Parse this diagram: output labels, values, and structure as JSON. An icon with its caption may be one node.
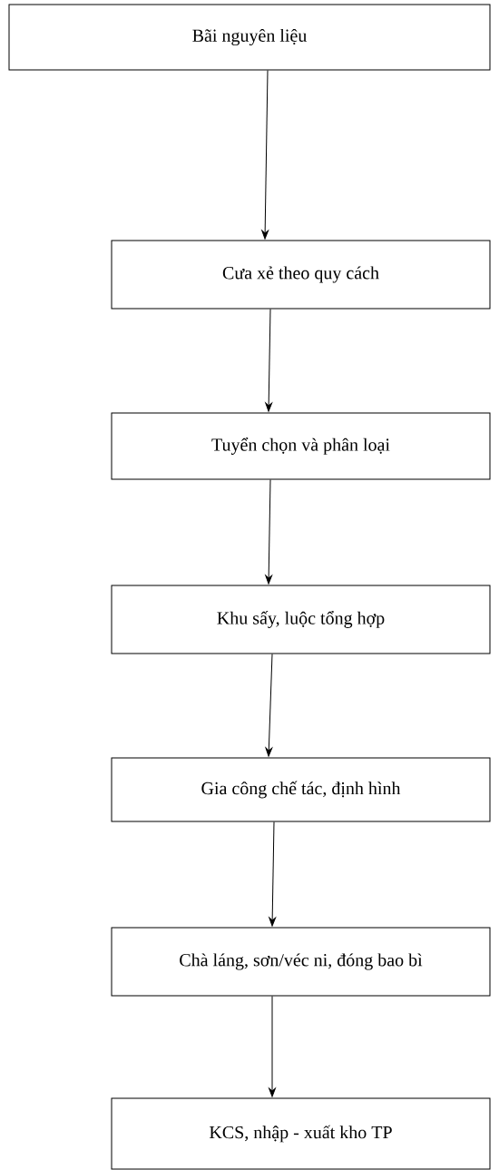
{
  "diagram": {
    "nodes": [
      {
        "text": [
          "Bãi nguyên liệu"
        ]
      },
      {
        "text": [
          "Cưa xẻ theo quy cách"
        ]
      },
      {
        "text": [
          "Tuyển chọn và phân loại"
        ]
      },
      {
        "text": [
          "Khu sấy, luộc tổng hợp"
        ]
      },
      {
        "text": [
          "Gia công chế tác, định hình"
        ]
      },
      {
        "text": [
          "Chà láng, sơn/véc ni, đóng bao bì"
        ]
      },
      {
        "text": [
          "KCS, nhập - xuất kho TP"
        ]
      }
    ],
    "edges": [
      {
        "from": 0,
        "to": 1,
        "arrow": "to"
      },
      {
        "from": 1,
        "to": 2,
        "arrow": "to"
      },
      {
        "from": 2,
        "to": 3,
        "arrow": "to"
      },
      {
        "from": 3,
        "to": 4,
        "arrow": "to"
      },
      {
        "from": 4,
        "to": 5,
        "arrow": "to"
      },
      {
        "from": 5,
        "to": 6,
        "arrow": "to"
      }
    ]
  }
}
